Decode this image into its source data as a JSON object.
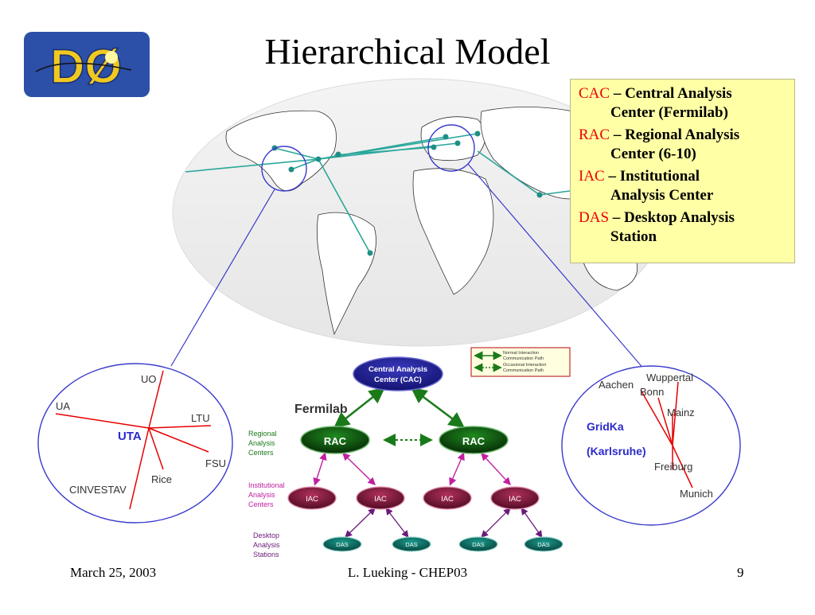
{
  "slide": {
    "title": "Hierarchical Model",
    "footer": {
      "date": "March 25, 2003",
      "author": "L. Lueking - CHEP03",
      "page": "9"
    }
  },
  "colors": {
    "red_abbr": "#ee0000",
    "legend_bg": "#ffffa6",
    "cac_fill": "#1c1c8c",
    "rac_fill": "#0b3d0b",
    "iac_fill": "#6b1030",
    "das_fill": "#0c5a52",
    "link_green": "#1a7a1a",
    "link_magenta": "#c020a0",
    "link_purple": "#6a1a7a",
    "map_path": "#2aa79b"
  },
  "legend": [
    {
      "abbr": "CAC",
      "desc": "– Central Analysis",
      "cont": "Center (Fermilab)"
    },
    {
      "abbr": "RAC",
      "desc": "– Regional Analysis",
      "cont": "Center (6-10)"
    },
    {
      "abbr": "IAC",
      "desc": "– Institutional",
      "cont": "Analysis Center"
    },
    {
      "abbr": "DAS",
      "desc": "– Desktop Analysis",
      "cont": "Station"
    }
  ],
  "path_legend": {
    "normal": [
      "Normal Interaction",
      "Communication Path"
    ],
    "occasional": [
      "Occasional Interaction",
      "Communication Path"
    ]
  },
  "hierarchy": {
    "cac": [
      "Central Analysis",
      "Center (CAC)"
    ],
    "site_label": "Fermilab",
    "rac": "RAC",
    "iac": "IAC",
    "das": "DAS",
    "level_labels": {
      "regional": [
        "Regional",
        "Analysis",
        "Centers"
      ],
      "institutional": [
        "Institutional",
        "Analysis",
        "Centers"
      ],
      "desktop": [
        "Desktop",
        "Analysis",
        "Stations"
      ]
    }
  },
  "left_cluster": {
    "center": "UTA",
    "sites": [
      "UO",
      "UA",
      "LTU",
      "FSU",
      "Rice",
      "CINVESTAV"
    ]
  },
  "right_cluster": {
    "center_lines": [
      "GridKa",
      "(Karlsruhe)"
    ],
    "sites": [
      "Wuppertal",
      "Aachen",
      "Bonn",
      "Mainz",
      "Freiburg",
      "Munich"
    ]
  },
  "logo": {
    "text": "DØ"
  }
}
